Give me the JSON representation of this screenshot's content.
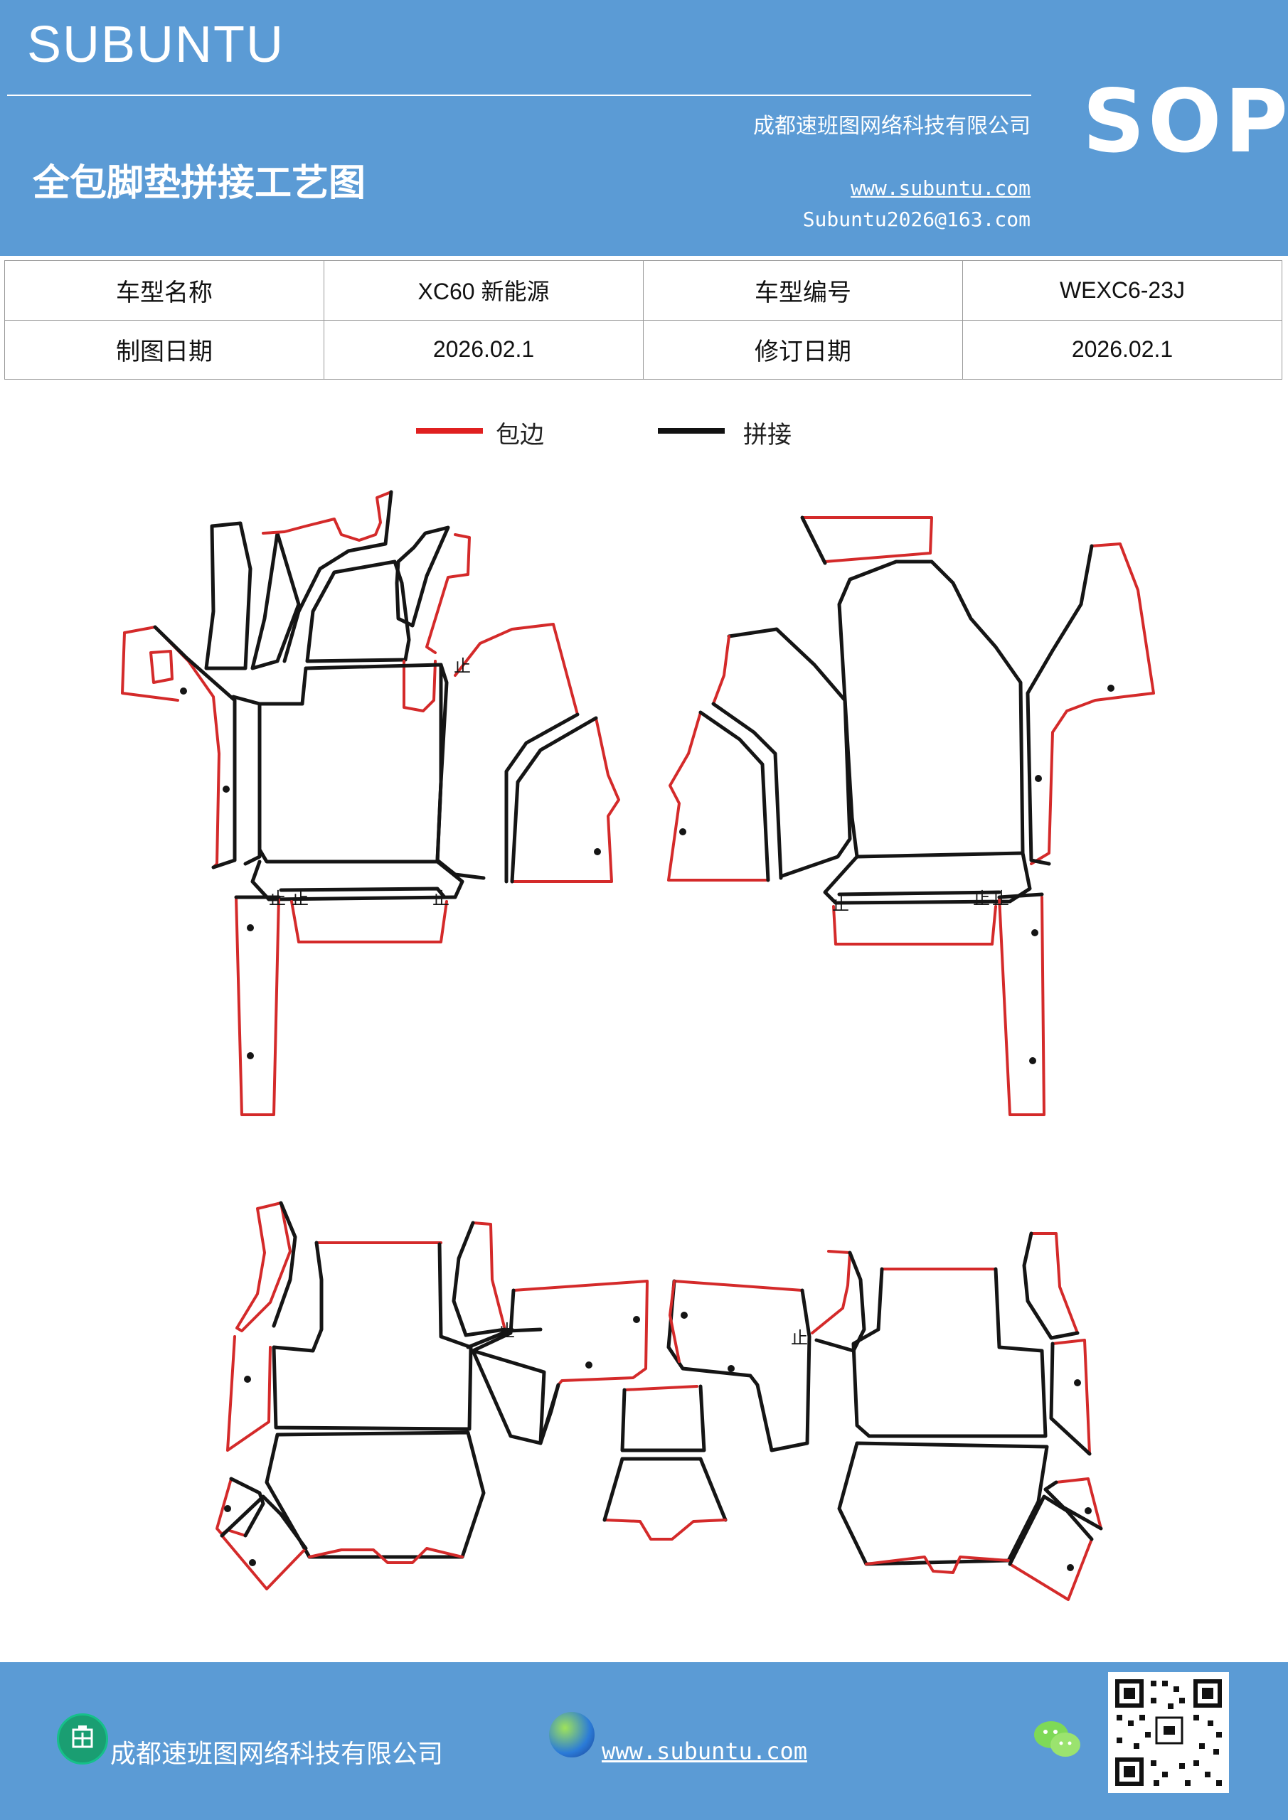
{
  "header": {
    "brand": "SUBUNTU",
    "company": "成都速班图网络科技有限公司",
    "title": "全包脚垫拼接工艺图",
    "website": "www.subuntu.com",
    "email": "Subuntu2026@163.com",
    "badge": "SOP",
    "bg_color": "#5b9bd5"
  },
  "info_table": {
    "model_name_label": "车型名称",
    "model_name_value": "XC60 新能源",
    "model_code_label": "车型编号",
    "model_code_value": "WEXC6-23J",
    "draw_date_label": "制图日期",
    "draw_date_value": "2026.02.1",
    "revise_date_label": "修订日期",
    "revise_date_value": "2026.02.1"
  },
  "legend": {
    "edge_label": "包边",
    "edge_color": "#e02020",
    "seam_label": "拼接",
    "seam_color": "#111111"
  },
  "diagram": {
    "marker_text": "止"
  },
  "footer": {
    "company": "成都速班图网络科技有限公司",
    "website": "www.subuntu.com",
    "icons": [
      "building-icon",
      "globe-icon",
      "wechat-icon",
      "qr-code"
    ]
  }
}
